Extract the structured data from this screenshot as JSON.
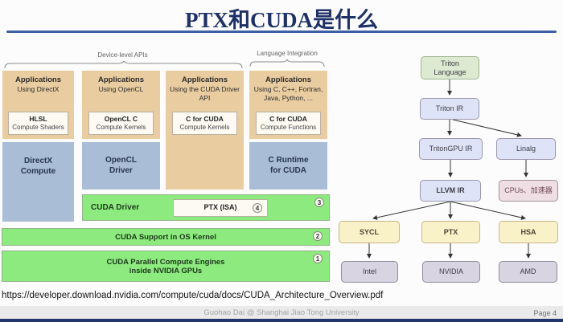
{
  "title": "PTX和CUDA是什么",
  "colors": {
    "navy": "#1d3168",
    "rule_blue": "#3c5fa5",
    "tan": "#e9cda1",
    "steel_blue": "#a9bdd7",
    "lime_green": "#8cea7e",
    "node_green": "#dde9d1",
    "node_lavender": "#dfe3f7",
    "node_pink": "#efdfe5",
    "node_yellow": "#f9f1c8",
    "node_gray": "#d8d4e2"
  },
  "left_diagram": {
    "group_labels": {
      "device": "Device-level APIs",
      "language": "Language Integration"
    },
    "columns": [
      {
        "app_title": "Applications",
        "app_sub": "Using DirectX",
        "kernel_title": "HLSL",
        "kernel_sub": "Compute Shaders",
        "driver": "DirectX Compute"
      },
      {
        "app_title": "Applications",
        "app_sub": "Using OpenCL",
        "kernel_title": "OpenCL C",
        "kernel_sub": "Compute Kernels",
        "driver": "OpenCL Driver"
      },
      {
        "app_title": "Applications",
        "app_sub": "Using the CUDA Driver API",
        "kernel_title": "C for CUDA",
        "kernel_sub": "Compute Kernels"
      },
      {
        "app_title": "Applications",
        "app_sub": "Using C, C++, Fortran, Java, Python, ...",
        "kernel_title": "C for CUDA",
        "kernel_sub": "Compute Functions",
        "driver": "C Runtime for CUDA"
      }
    ],
    "cuda_driver": {
      "label": "CUDA Driver",
      "ptx": "PTX (ISA)",
      "ptx_badge": "4",
      "badge": "3"
    },
    "os_kernel": {
      "label": "CUDA Support in OS Kernel",
      "badge": "2"
    },
    "engines": {
      "line1": "CUDA Parallel Compute Engines",
      "line2": "inside NVIDIA GPUs",
      "badge": "1"
    }
  },
  "right_diagram": {
    "nodes": {
      "triton_language": "Triton Language",
      "triton_ir": "Triton IR",
      "tritongpu_ir": "TritonGPU IR",
      "linalg": "Linalg",
      "llvm_ir": "LLVM IR",
      "cpus": "CPUs、加速器",
      "sycl": "SYCL",
      "ptx": "PTX",
      "hsa": "HSA",
      "intel": "Intel",
      "nvidia": "NVIDIA",
      "amd": "AMD"
    }
  },
  "source_url": "https://developer.download.nvidia.com/compute/cuda/docs/CUDA_Architecture_Overview.pdf",
  "footer": {
    "credit": "Guohao Dai @ Shanghai Jiao Tong University",
    "page": "Page 4"
  }
}
